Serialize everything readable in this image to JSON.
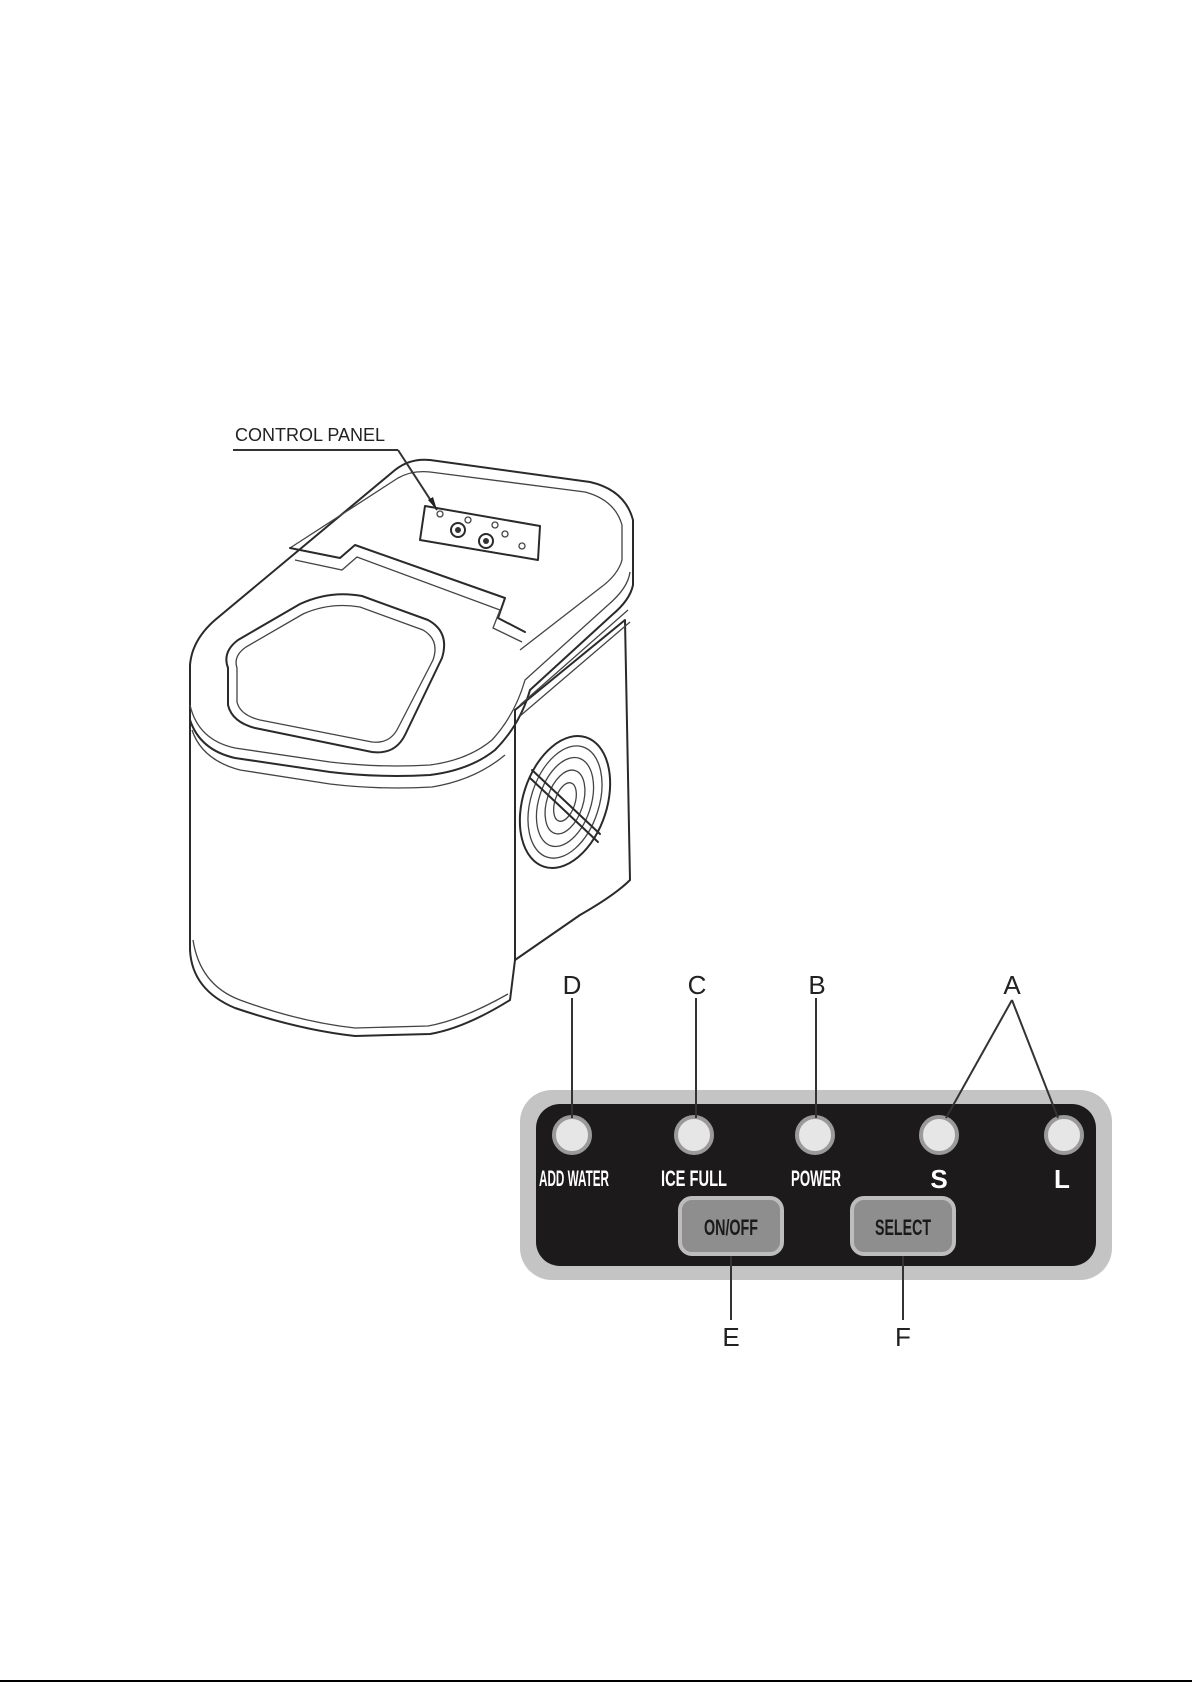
{
  "machine": {
    "control_panel_label": "CONTROL PANEL"
  },
  "panel": {
    "indicators": [
      {
        "callout": "D",
        "label": "ADD WATER"
      },
      {
        "callout": "C",
        "label": "ICE FULL"
      },
      {
        "callout": "B",
        "label": "POWER"
      },
      {
        "callout": "",
        "label": "S"
      },
      {
        "callout": "",
        "label": "L"
      }
    ],
    "shared_callout": "A",
    "buttons": [
      {
        "callout": "E",
        "label": "ON/OFF"
      },
      {
        "callout": "F",
        "label": "SELECT"
      }
    ]
  },
  "colors": {
    "panel_face": "#1c1a1b",
    "panel_bezel": "#c4c4c4",
    "button_fill": "#8e8e8e",
    "indicator_fill": "#e6e6e6"
  }
}
